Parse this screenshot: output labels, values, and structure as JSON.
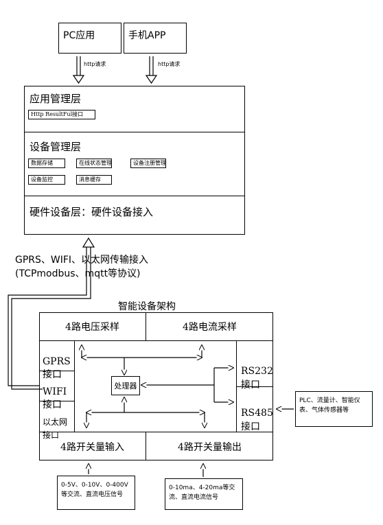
{
  "clients": {
    "pc": "PC应用",
    "mobile": "手机APP",
    "arrow_label_1": "http请求",
    "arrow_label_2": "http请求"
  },
  "app_layer": {
    "title": "应用管理层",
    "interface": "Http ResultFul接口"
  },
  "device_layer": {
    "title": "设备管理层",
    "modules": [
      "数据存储",
      "在线状态管理",
      "设备注册管理",
      "设备监控",
      "消息缓存"
    ]
  },
  "hw_layer": {
    "title": "硬件设备层：硬件设备接入"
  },
  "transport": {
    "line1": "GPRS、WIFI、以太网传输接入",
    "line2": "(TCPmodbus、mqtt等协议)"
  },
  "device_arch": {
    "title": "智能设备架构",
    "voltage_sampling": "4路电压采样",
    "current_sampling": "4路电流采样",
    "gprs": "GPRS\n接口",
    "wifi": "WIFI\n接口",
    "ethernet": "以太网\n接口",
    "processor": "处理器",
    "rs232": "RS232\n接口",
    "rs485": "RS485\n接口",
    "switch_in": "4路开关量输入",
    "switch_out": "4路开关量输出"
  },
  "external": {
    "sensors": "PLC、流量计、智能仪表、气体传感器等",
    "voltage_input": "0-5V、0-10V、0-400V等交流、直流电压信号",
    "current_input": "0-10ma、4-20ma等交流、直流电流信号"
  }
}
